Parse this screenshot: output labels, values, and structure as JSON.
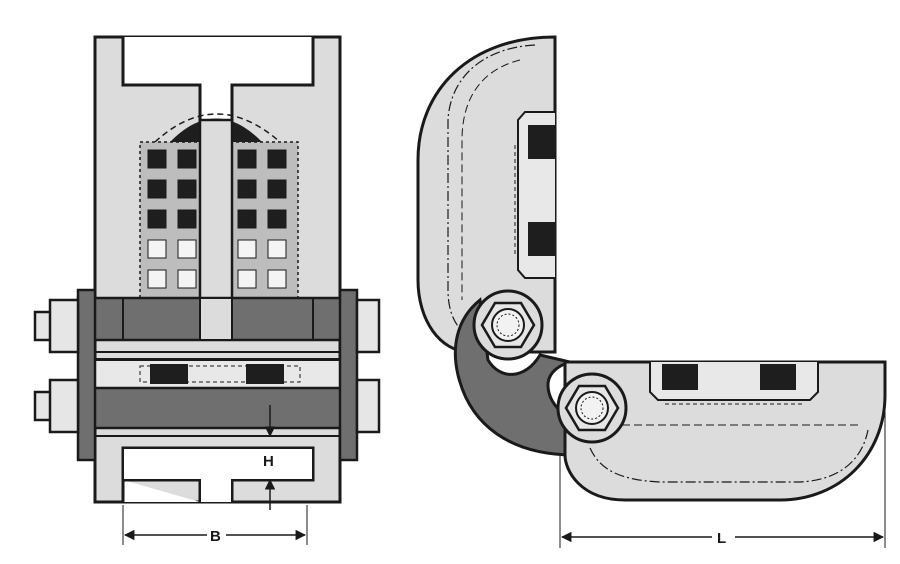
{
  "labels": {
    "height_dim": "H",
    "width_dim": "B",
    "length_dim": "L"
  },
  "colors": {
    "housing_fill": "#dcdcdc",
    "insert_fill": "#6f6f6f",
    "grid_cell": "#1e1e1e",
    "outline": "#1a1a1a",
    "background": "#ffffff"
  }
}
